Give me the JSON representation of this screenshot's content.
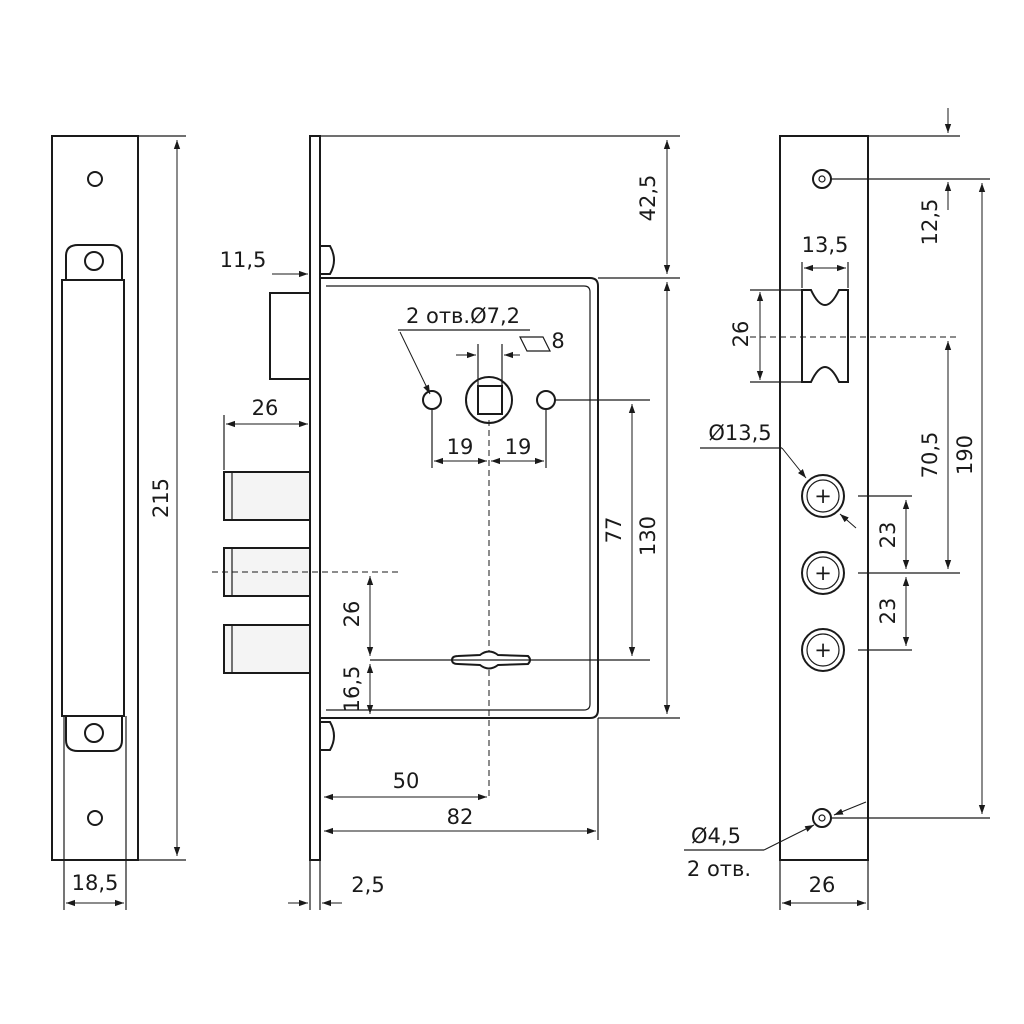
{
  "dimensions": {
    "faceplate_length": "215",
    "faceplate_width": "18,5",
    "plate_thickness": "2,5",
    "backset_top": "42,5",
    "bolt_offset": "11,5",
    "bolt_throw": "26",
    "spindle_holes": "2 отв.Ø7,2",
    "spindle_square": "8",
    "hole_spacing_left": "19",
    "hole_spacing_right": "19",
    "spindle_to_key": "77",
    "case_height": "130",
    "bolt_to_key": "26",
    "key_to_bottom": "16,5",
    "key_backset": "50",
    "case_depth": "82",
    "strike_top": "12,5",
    "strike_slot_width": "13,5",
    "strike_slot_height": "26",
    "strike_hole_dia": "Ø13,5",
    "strike_to_hole": "70,5",
    "strike_hole_span": "190",
    "strike_hole_pitch_1": "23",
    "strike_hole_pitch_2": "23",
    "screw_hole": "Ø4,5",
    "screw_hole_count": "2 отв.",
    "strike_width": "26"
  }
}
